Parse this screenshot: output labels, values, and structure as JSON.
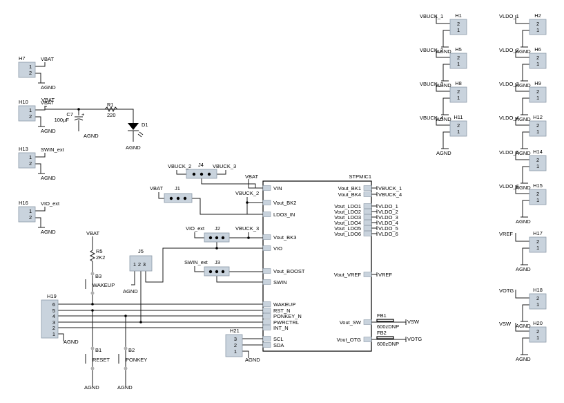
{
  "ic": {
    "name": "STPMIC1",
    "left_pins": [
      "VIN",
      "Vout_BK2",
      "LDO3_IN",
      "Vout_BK3",
      "VIO",
      "Vout_BOOST",
      "SWIN",
      "WAKEUP",
      "RST_N",
      "PONKEY_N",
      "PWRCTRL",
      "INT_N",
      "SCL",
      "SDA"
    ],
    "right_pins": [
      "Vout_BK1",
      "Vout_BK4",
      "Vout_LDO1",
      "Vout_LDO2",
      "Vout_LDO3",
      "Vout_LDO4",
      "Vout_LDO5",
      "Vout_LDO6",
      "Vout_VREF",
      "Vout_SW",
      "Vout_OTG"
    ],
    "right_nets": [
      "VBUCK_1",
      "VBUCK_4",
      "VLDO_1",
      "VLDO_2",
      "VLDO_3",
      "VLDO_4",
      "VLDO_5",
      "VLDO_6",
      "VREF"
    ]
  },
  "headers_top_right": [
    {
      "ref": "H1",
      "net": "VBUCK_1"
    },
    {
      "ref": "H5",
      "net": "VBUCK_2"
    },
    {
      "ref": "H8",
      "net": "VBUCK_3"
    },
    {
      "ref": "H11",
      "net": "VBUCK_4"
    },
    {
      "ref": "H2",
      "net": "VLDO_1"
    },
    {
      "ref": "H6",
      "net": "VLDO_2"
    },
    {
      "ref": "H9",
      "net": "VLDO_3"
    },
    {
      "ref": "H12",
      "net": "VLDO_4"
    },
    {
      "ref": "H14",
      "net": "VLDO_5"
    },
    {
      "ref": "H15",
      "net": "VLDO_6"
    },
    {
      "ref": "H17",
      "net": "VREF"
    },
    {
      "ref": "H18",
      "net": "VOTG"
    },
    {
      "ref": "H20",
      "net": "VSW"
    }
  ],
  "headers_left": [
    {
      "ref": "H7",
      "net": "VBAT"
    },
    {
      "ref": "H10",
      "net": "VBAT"
    },
    {
      "ref": "H13",
      "net": "SWIN_ext"
    },
    {
      "ref": "H16",
      "net": "VIO_ext"
    }
  ],
  "jumpers": [
    {
      "ref": "J1",
      "net": "VBAT"
    },
    {
      "ref": "J4",
      "net_left": "VBUCK_2",
      "net_right": "VBUCK_3"
    },
    {
      "ref": "J2",
      "net_left": "VIO_ext",
      "net_right": "VBUCK_3"
    },
    {
      "ref": "J3",
      "net": "SWIN_ext"
    },
    {
      "ref": "J5",
      "pins": [
        "1",
        "2",
        "3"
      ]
    }
  ],
  "vbuck2_ldo3": "VBUCK_2",
  "vin_net": "VBAT",
  "parts": {
    "c7": {
      "ref": "C7",
      "value": "100µF",
      "plus": "+"
    },
    "r1": {
      "ref": "R1",
      "value": "220"
    },
    "d1": {
      "ref": "D1"
    },
    "r5": {
      "ref": "R5",
      "value": "2K2"
    },
    "b3": {
      "ref": "B3",
      "label": "WAKEUP"
    },
    "b1": {
      "ref": "B1",
      "label": "RESET"
    },
    "b2": {
      "ref": "B2",
      "label": "PONKEY"
    },
    "fb1": {
      "ref": "FB1",
      "value": "600zDNP",
      "net": "VSW"
    },
    "fb2": {
      "ref": "FB2",
      "value": "600zDNP",
      "net": "VOTG"
    }
  },
  "h19": {
    "ref": "H19",
    "pins": [
      "6",
      "5",
      "4",
      "3",
      "2",
      "1"
    ]
  },
  "h21": {
    "ref": "H21",
    "pins": [
      "3",
      "2",
      "1"
    ]
  },
  "pin_numbers": {
    "one": "1",
    "two": "2"
  },
  "nets": {
    "vbat": "VBAT",
    "agnd": "AGND"
  }
}
